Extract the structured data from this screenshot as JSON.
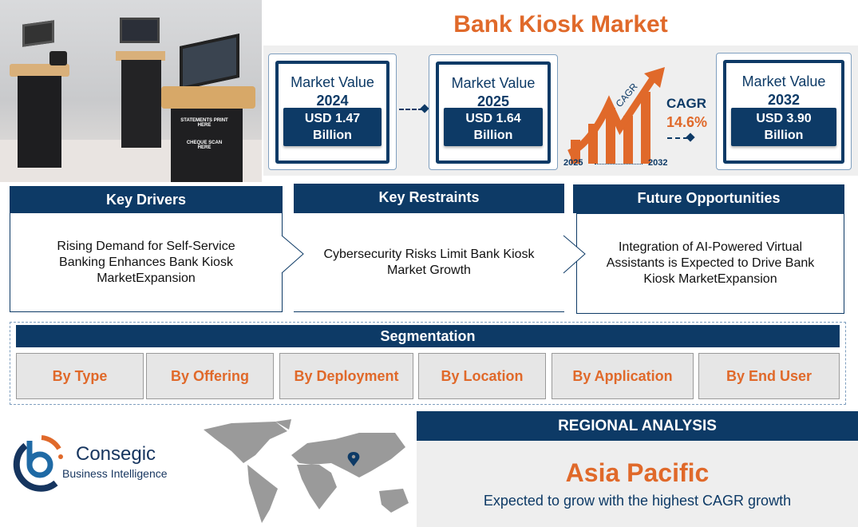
{
  "title": "Bank Kiosk Market",
  "market_values": [
    {
      "label": "Market Value",
      "year": "2024",
      "value": "USD 1.47",
      "unit": "Billion"
    },
    {
      "label": "Market Value",
      "year": "2025",
      "value": "USD 1.64",
      "unit": "Billion"
    },
    {
      "label": "Market Value",
      "year": "2032",
      "value": "USD 3.90",
      "unit": "Billion"
    }
  ],
  "cagr": {
    "graphic_label": "CAGR",
    "label": "CAGR",
    "value": "14.6%",
    "start_year": "2025",
    "end_year": "2032"
  },
  "photo": {
    "kiosk_sign_1": "STATEMENTS PRINT HERE",
    "kiosk_sign_2": "CHEQUE SCAN HERE"
  },
  "sections": [
    {
      "header": "Key Drivers",
      "text": "Rising Demand for Self-Service Banking Enhances Bank Kiosk MarketExpansion"
    },
    {
      "header": "Key Restraints",
      "text": "Cybersecurity Risks Limit Bank Kiosk Market Growth"
    },
    {
      "header": "Future Opportunities",
      "text": "Integration of AI-Powered Virtual Assistants is Expected to Drive Bank Kiosk MarketExpansion"
    }
  ],
  "segmentation": {
    "header": "Segmentation",
    "items": [
      "By Type",
      "By Offering",
      "By Deployment",
      "By Location",
      "By Application",
      "By End User"
    ]
  },
  "logo": {
    "name": "Consegic",
    "tagline": "Business Intelligence"
  },
  "regional": {
    "header": "REGIONAL ANALYSIS",
    "region": "Asia Pacific",
    "text": "Expected to grow with the highest CAGR growth"
  },
  "colors": {
    "navy": "#0d3a66",
    "orange": "#e0692a",
    "panel": "#efefef"
  },
  "icons": [
    "location-pin-icon",
    "growth-arrow-icon",
    "world-map"
  ]
}
